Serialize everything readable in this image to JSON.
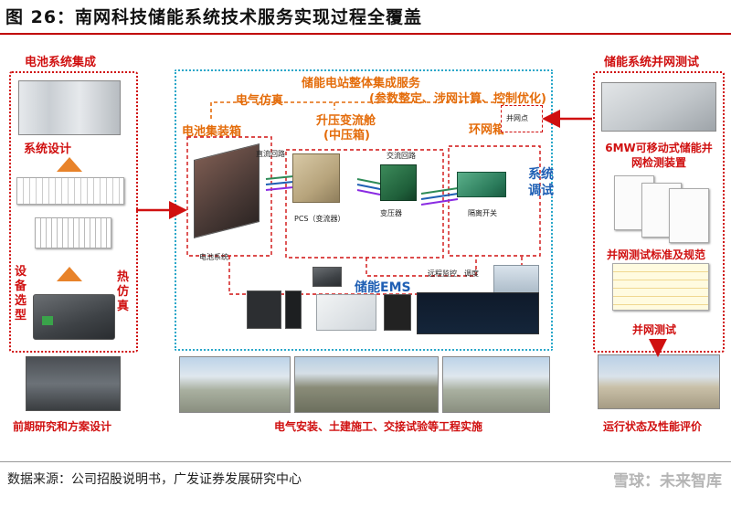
{
  "title": "图 26：南网科技储能系统技术服务实现过程全覆盖",
  "left_panel": {
    "heading": "电池系统集成",
    "system_design": "系统设计",
    "equipment_selection": "设备选型",
    "thermal_sim": "热仿真",
    "bottom_caption": "前期研究和方案设计"
  },
  "center_panel": {
    "service_title": "储能电站整体集成服务",
    "service_detail": "(参数整定、涉网计算、控制优化)",
    "electrical_sim": "电气仿真",
    "battery_container": "电池集装箱",
    "booster_cabin": "升压变流舱",
    "booster_cabin_sub": "(中压箱)",
    "ring_main": "环网箱",
    "grid_point": "并网点",
    "dc_loop": "直流回路",
    "ac_loop": "交流回路",
    "pcs": "PCS（变流器）",
    "transformer": "变压器",
    "isolation_switch": "隔离开关",
    "battery_system": "电池系统",
    "system_debug": "系统调试",
    "remote_monitor": "远程监控、调度",
    "ems": "储能EMS",
    "bottom_caption": "电气安装、土建施工、交接试验等工程实施"
  },
  "right_panel": {
    "heading": "储能系统并网测试",
    "mobile_device": "6MW可移动式储能并网检测装置",
    "standards": "并网测试标准及规范",
    "grid_test": "并网测试",
    "bottom_caption": "运行状态及性能评价"
  },
  "footer": {
    "source": "数据来源：公司招股说明书，广发证券发展研究中心",
    "watermark": "雪球：未来智库"
  },
  "colors": {
    "red": "#d01010",
    "orange": "#e46c0a",
    "blue": "#1f5fb4",
    "cyan": "#2aa7c9"
  }
}
